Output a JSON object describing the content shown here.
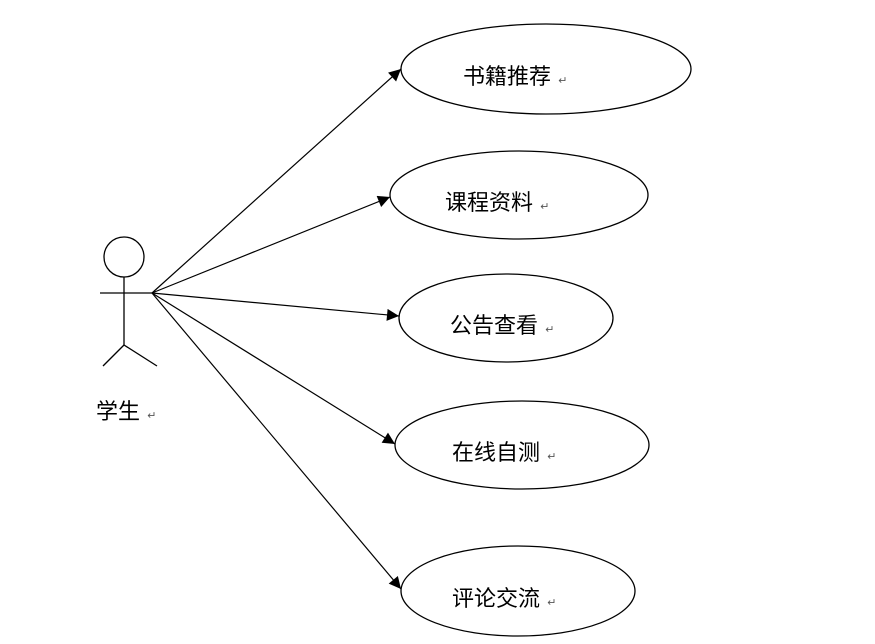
{
  "actor": {
    "name": "学生",
    "para_mark": "↵"
  },
  "use_cases": [
    {
      "label": "书籍推荐",
      "para_mark": "↵"
    },
    {
      "label": "课程资料",
      "para_mark": "↵"
    },
    {
      "label": "公告查看",
      "para_mark": "↵"
    },
    {
      "label": "在线自测",
      "para_mark": "↵"
    },
    {
      "label": "评论交流",
      "para_mark": "↵"
    }
  ],
  "colors": {
    "line": "#000000",
    "background": "#ffffff"
  }
}
